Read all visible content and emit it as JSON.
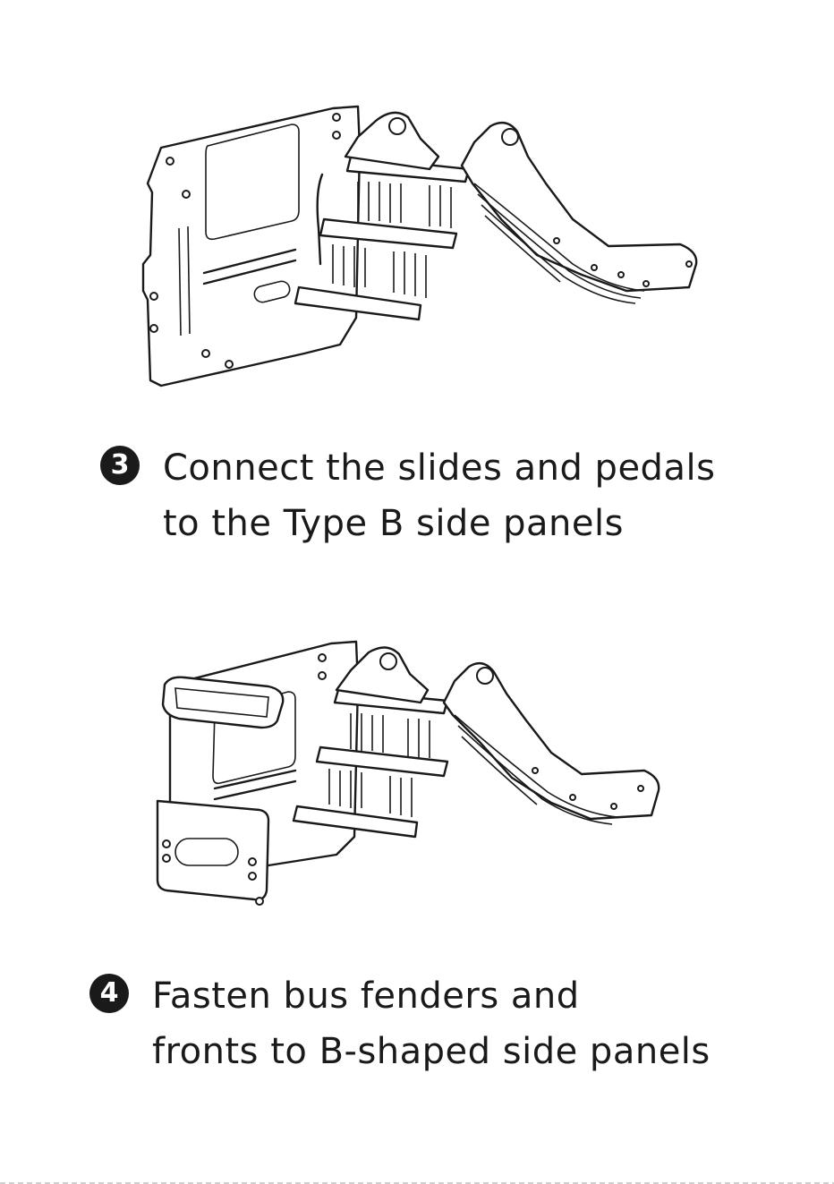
{
  "steps": [
    {
      "number": "3",
      "lines": [
        "Connect the slides and pedals",
        "to the Type B side panels"
      ]
    },
    {
      "number": "4",
      "lines": [
        "Fasten bus fenders and",
        "fronts to B-shaped side panels"
      ]
    }
  ]
}
